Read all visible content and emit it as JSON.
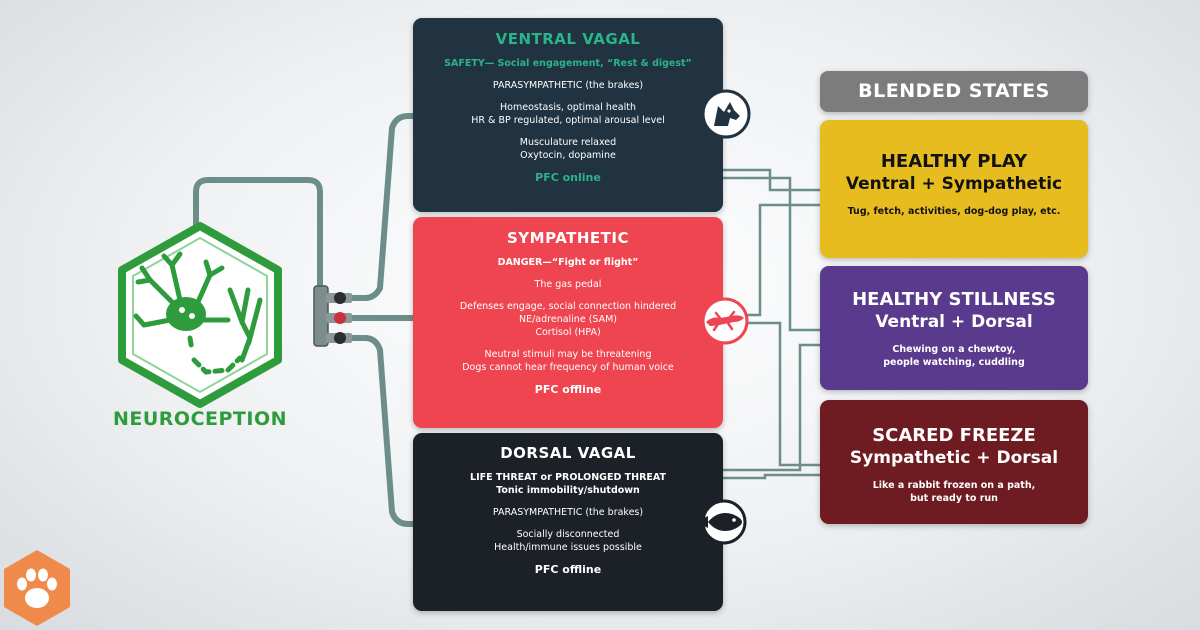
{
  "neuroception": {
    "title": "NEUROCEPTION",
    "icon": "neuron-hexagon-icon",
    "color": "#2e9c3d"
  },
  "states": {
    "ventral": {
      "title": "VENTRAL VAGAL",
      "safety": "SAFETY— Social engagement, “Rest & digest”",
      "parasympathetic": "PARASYMPATHETIC (the brakes)",
      "homeostasis": "Homeostasis, optimal health",
      "hr_bp": "HR & BP regulated, optimal arousal level",
      "musculature": "Musculature relaxed",
      "oxytocin": "Oxytocin, dopamine",
      "pfc": "PFC online",
      "icon": "dog-head-icon",
      "color": "#213341",
      "accent": "#2bb389"
    },
    "sympathetic": {
      "title": "SYMPATHETIC",
      "danger": "DANGER—“Fight or flight”",
      "gas": "The gas pedal",
      "defenses": "Defenses engage, social connection hindered",
      "adrenaline": "NE/adrenaline (SAM)",
      "cortisol": "Cortisol (HPA)",
      "neutral": "Neutral stimuli may be threatening",
      "hearing": "Dogs cannot hear frequency of human voice",
      "pfc": "PFC offline",
      "icon": "lizard-icon",
      "color": "#ef4550"
    },
    "dorsal": {
      "title": "DORSAL VAGAL",
      "threat": "LIFE THREAT or PROLONGED THREAT",
      "tonic": "Tonic immobility/shutdown",
      "parasympathetic": "PARASYMPATHETIC (the brakes)",
      "disconnected": "Socially disconnected",
      "health": "Health/immune issues possible",
      "pfc": "PFC offline",
      "icon": "fish-icon",
      "color": "#1c2127"
    }
  },
  "blended": {
    "header": "BLENDED STATES",
    "play": {
      "title": "HEALTHY PLAY",
      "subtitle": "Ventral + Sympathetic",
      "desc": "Tug, fetch, activities, dog-dog play, etc.",
      "color": "#e6bc1f"
    },
    "stillness": {
      "title": "HEALTHY STILLNESS",
      "subtitle": "Ventral + Dorsal",
      "desc1": "Chewing on a chewtoy,",
      "desc2": "people watching, cuddling",
      "color": "#5a3a8c"
    },
    "freeze": {
      "title": "SCARED FREEZE",
      "subtitle": "Sympathetic + Dorsal",
      "desc1": "Like a rabbit frozen on a path,",
      "desc2": "but ready to run",
      "color": "#6e1b22"
    }
  },
  "logo": {
    "icon": "paw-icon",
    "color": "#f08a4b"
  }
}
